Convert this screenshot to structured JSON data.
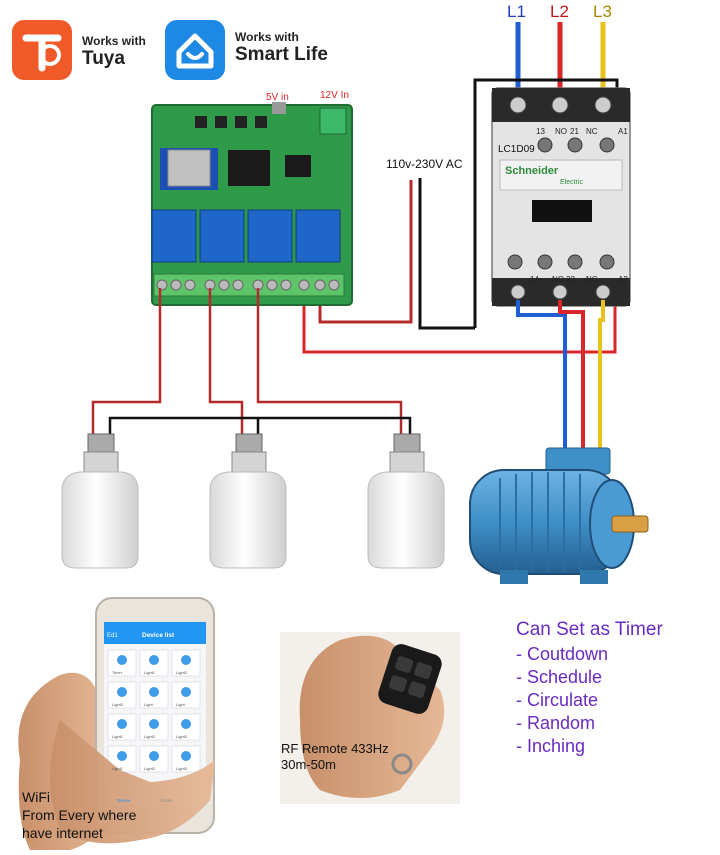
{
  "badges": {
    "tuya": {
      "works_with": "Works with",
      "name": "Tuya"
    },
    "smartlife": {
      "works_with": "Works with",
      "name": "Smart Life"
    }
  },
  "lines": {
    "l1": "L1",
    "l2": "L2",
    "l3": "L3"
  },
  "relay_board": {
    "in_5v": "5V in",
    "in_12v": "12V In"
  },
  "supply_label": "110v-230V AC",
  "contactor": {
    "model": "LC1D09",
    "brand": "Schneider",
    "brand_sub": "Electric",
    "top_terminals": [
      "13",
      "NO",
      "21",
      "NC",
      "A1"
    ],
    "bottom_terminals": [
      "14",
      "NO",
      "22",
      "NC",
      "A2"
    ]
  },
  "phone": {
    "header_left": "Ed1",
    "header_title": "Device list",
    "tile_labels": [
      "Timer",
      "Light1",
      "Light2",
      "Light3",
      "Light",
      "Light",
      "Light1",
      "Light2",
      "Light3",
      "Light1",
      "Light2",
      "Light3"
    ],
    "tab_device": "Device",
    "tab_scene": "Scene"
  },
  "timer": {
    "heading": "Can Set as Timer",
    "items": [
      "Coutdown",
      "Schedule",
      "Circulate",
      "Random",
      "Inching"
    ]
  },
  "rf_remote": {
    "line1": "RF Remote 433Hz",
    "line2": "30m-50m"
  },
  "wifi": {
    "line1": "WiFi",
    "line2": "From Every where",
    "line3": "have internet"
  },
  "colors": {
    "tuya": "#f05a28",
    "smartlife": "#1e88e5",
    "wire_blue": "#1f5fd1",
    "wire_red": "#d8262a",
    "wire_yellow": "#e8c21c",
    "wire_black": "#111111",
    "wire_dark_red": "#b52a2a",
    "motor": "#3f8fc8",
    "pcb": "#2f9a4a",
    "relay": "#1f66c9",
    "timer_text": "#6a2bc2"
  }
}
